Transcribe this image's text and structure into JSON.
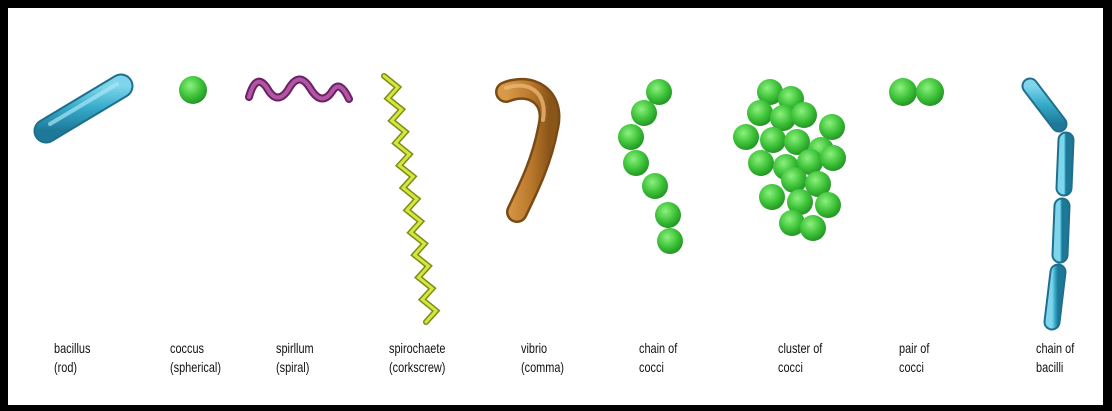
{
  "shapes": [
    {
      "line1": "bacillus",
      "line2": "(rod)"
    },
    {
      "line1": "coccus",
      "line2": "(spherical)"
    },
    {
      "line1": "spirllum",
      "line2": "(spiral)"
    },
    {
      "line1": "spirochaete",
      "line2": "(corkscrew)"
    },
    {
      "line1": "vibrio",
      "line2": "(comma)"
    },
    {
      "line1": "chain of",
      "line2": "cocci"
    },
    {
      "line1": "cluster of",
      "line2": "cocci"
    },
    {
      "line1": "pair of",
      "line2": "cocci"
    },
    {
      "line1": "chain of",
      "line2": "bacilli"
    }
  ],
  "colors": {
    "rod": "#35a9c9",
    "coccus": "#3fc43a",
    "spiral": "#9a3d8f",
    "corkscrew": "#b9cc2a",
    "comma": "#c0802c",
    "border": "#000000"
  }
}
